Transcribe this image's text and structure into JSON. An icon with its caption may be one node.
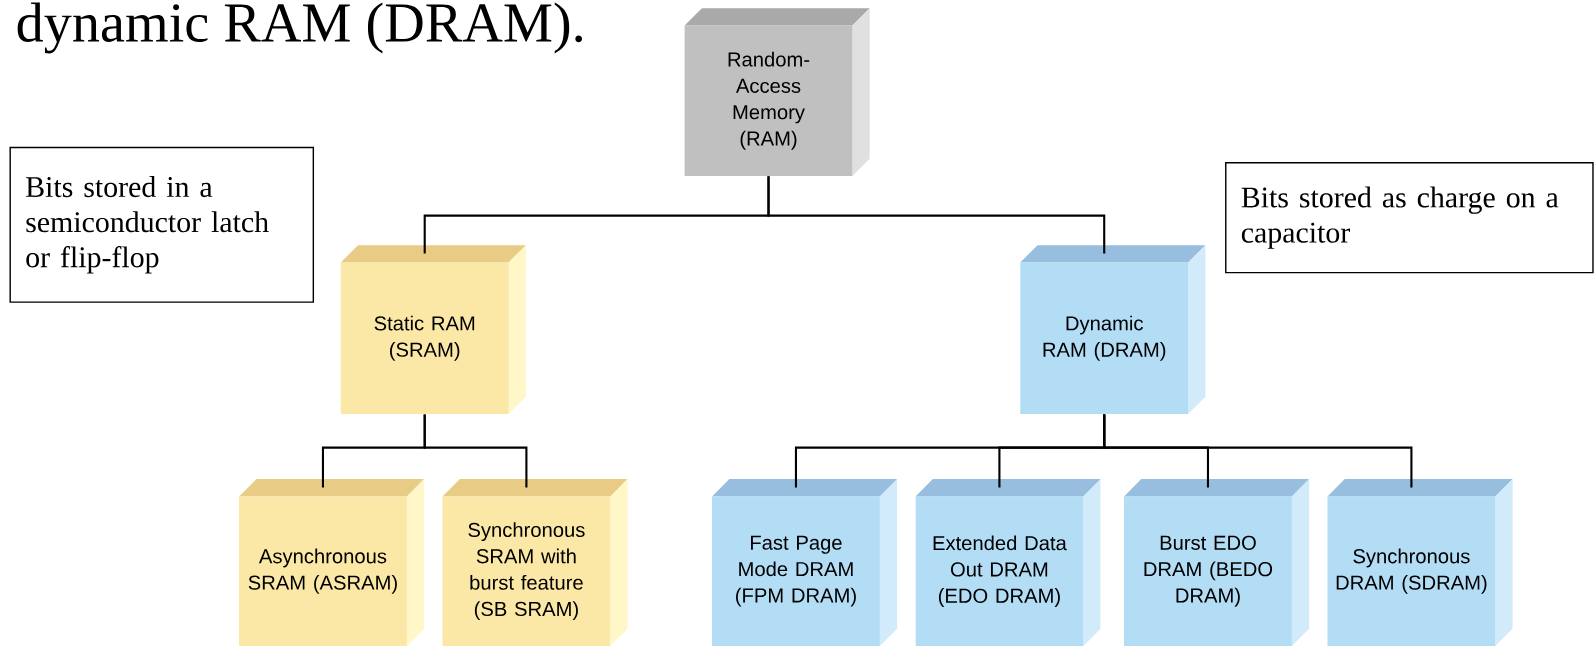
{
  "diagram": {
    "nodes": [
      {
        "text": [
          "Random-Access Memory (RAM)"
        ]
      },
      {
        "text": [
          "Bits stored in a semiconductor latch or flip-flop"
        ]
      },
      {
        "text": [
          "Bits stored as charge on a capacitor"
        ]
      },
      {
        "text": [
          "Static RAM (SRAM)"
        ]
      },
      {
        "text": [
          "Dynamic RAM (DRAM)"
        ]
      },
      {
        "text": [
          "Asynchronous SRAM (ASRAM)"
        ]
      },
      {
        "text": [
          "Synchronous SRAM with burst feature (SB SRAM)"
        ]
      },
      {
        "text": [
          "Fast Page Mode DRAM (FPM DRAM)"
        ]
      },
      {
        "text": [
          "Extended Data Out DRAM (EDO DRAM)"
        ]
      },
      {
        "text": [
          "Burst EDO DRAM (BEDO DRAM)"
        ]
      },
      {
        "text": [
          "Synchronous DRAM (SDRAM)"
        ]
      }
    ],
    "edges": [
      {
        "from": 0,
        "to": 3,
        "arrow": "none"
      },
      {
        "from": 0,
        "to": 4,
        "arrow": "none"
      },
      {
        "from": 3,
        "to": 5,
        "arrow": "none"
      },
      {
        "from": 3,
        "to": 6,
        "arrow": "none"
      },
      {
        "from": 4,
        "to": 7,
        "arrow": "none"
      },
      {
        "from": 4,
        "to": 8,
        "arrow": "none"
      },
      {
        "from": 4,
        "to": 9,
        "arrow": "none"
      },
      {
        "from": 4,
        "to": 10,
        "arrow": "none"
      }
    ],
    "labels": [
      "dynamic RAM (DRAM)."
    ]
  }
}
